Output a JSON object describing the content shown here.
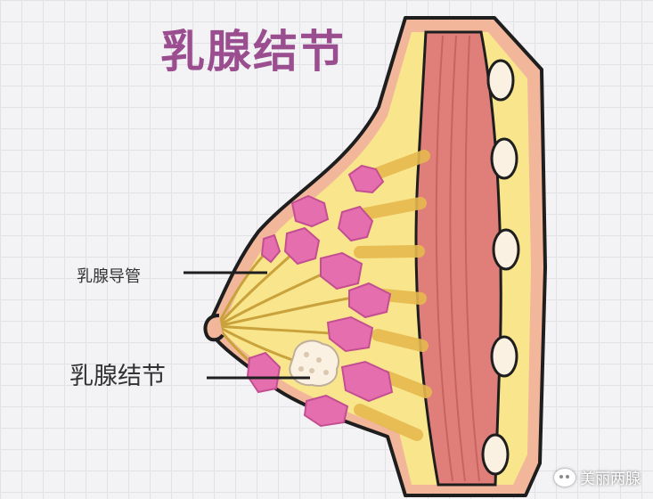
{
  "title": "乳腺结节",
  "labels": {
    "duct": "乳腺导管",
    "nodule": "乳腺结节"
  },
  "watermark": "美丽两腺",
  "colors": {
    "title": "#9a4d8f",
    "fat": "#f8e58c",
    "muscle": "#e07f7a",
    "skin": "#f2b69b",
    "lobule": "#e56fae",
    "nodule": "#fbf1e3",
    "outline": "#1e1e1e"
  }
}
